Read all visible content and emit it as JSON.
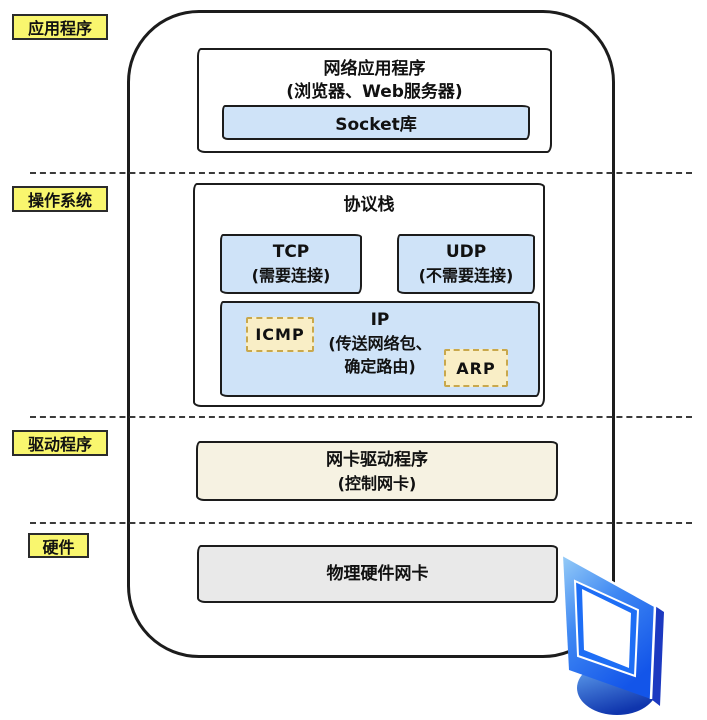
{
  "layer_labels": {
    "application": "应用程序",
    "operating_system": "操作系统",
    "driver": "驱动程序",
    "hardware": "硬件"
  },
  "application_box": {
    "title": "网络应用程序",
    "subtitle": "(浏览器、Web服务器)",
    "socket_label": "Socket库"
  },
  "protocol_stack_box": {
    "title": "协议栈",
    "tcp": {
      "name": "TCP",
      "note": "(需要连接)"
    },
    "udp": {
      "name": "UDP",
      "note": "(不需要连接)"
    },
    "ip": {
      "name": "IP",
      "note_line1": "(传送网络包、",
      "note_line2": "确定路由)"
    },
    "icmp": {
      "name": "ICMP"
    },
    "arp": {
      "name": "ARP"
    }
  },
  "driver_box": {
    "title": "网卡驱动程序",
    "subtitle": "(控制网卡)"
  },
  "hardware_box": {
    "title": "物理硬件网卡"
  },
  "icons": {
    "computer": "computer-monitor-icon"
  },
  "colors": {
    "label_yellow": "#f9f66e",
    "box_blue": "#cfe3f8",
    "box_cream": "#f6f2e2",
    "box_gray": "#e9e9e9",
    "dashed_tan_fill": "#f9eec6",
    "dashed_tan_border": "#c9a84c",
    "outline_black": "#1c1c1c",
    "icon_blue_light": "#96ccf7",
    "icon_blue_deep": "#1355e9"
  }
}
